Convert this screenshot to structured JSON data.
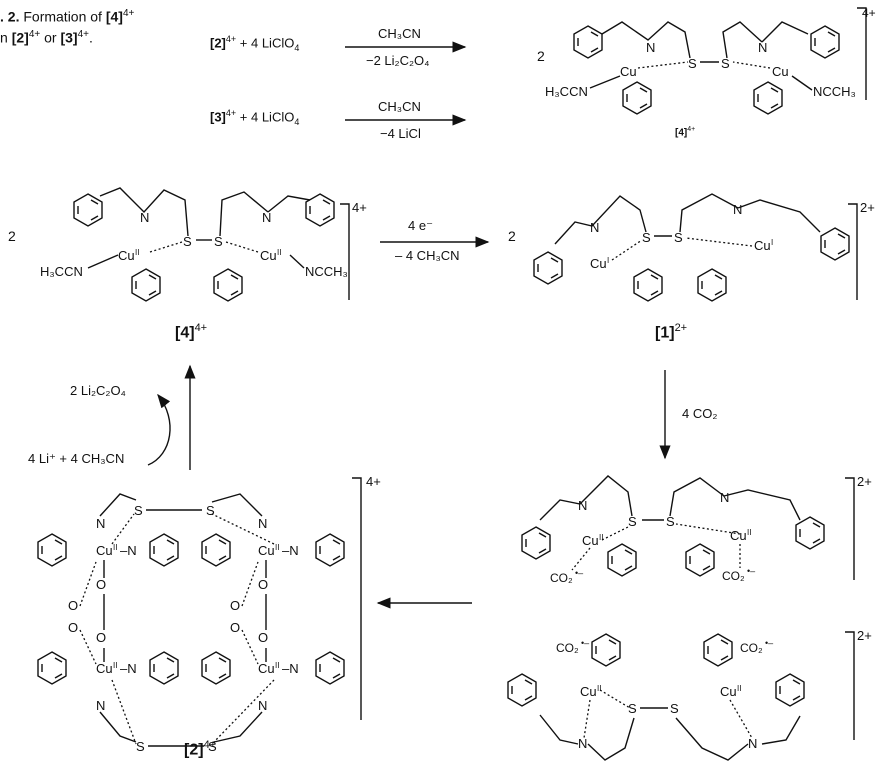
{
  "caption": {
    "prefix": ". 2.",
    "text": "Formation of",
    "compound": "[4]",
    "charge": "4+",
    "line2_start": "n",
    "c2": "[2]",
    "c2_charge": "4+",
    "or": "or",
    "c3": "[3]",
    "c3_charge": "4+",
    "end": "."
  },
  "top_reactions": [
    {
      "reactant": "[2]",
      "reactant_charge": "4+",
      "reagent": "+ 4 LiClO",
      "reagent_sub": "4",
      "above": "CH₃CN",
      "below": "−2 Li₂C₂O₄"
    },
    {
      "reactant": "[3]",
      "reactant_charge": "4+",
      "reagent": "+ 4 LiClO",
      "reagent_sub": "4",
      "above": "CH₃CN",
      "below": "−4 LiCl"
    }
  ],
  "top_product": {
    "coefficient": "2",
    "label": "[4]",
    "charge": "4+",
    "bracket_charge": "4+"
  },
  "mid_left": {
    "coefficient": "2",
    "label": "[4]",
    "charge": "4+",
    "bracket_charge": "4+"
  },
  "mid_arrow": {
    "above": "4 e⁻",
    "below": "– 4 CH₃CN"
  },
  "mid_right": {
    "coefficient": "2",
    "label": "[1]",
    "charge": "2+",
    "bracket_charge": "2+"
  },
  "down_arrow": {
    "label": "4 CO₂"
  },
  "up_arrow": {
    "released": "2 Li₂C₂O₄",
    "added": "4 Li⁺ + 4 CH₃CN"
  },
  "bottom_left": {
    "label": "[2]",
    "charge": "4+",
    "bracket_charge": "4+"
  },
  "bottom_right_charges": [
    "2+",
    "2+"
  ],
  "atoms": {
    "cu2": "Cu",
    "cu_ox2": "II",
    "cu1": "Cu",
    "cu_ox1": "I",
    "n": "N",
    "s": "S",
    "o": "O",
    "mecn": "H₃CCN",
    "ncme": "NCCH₃",
    "co2": "CO₂•–"
  }
}
